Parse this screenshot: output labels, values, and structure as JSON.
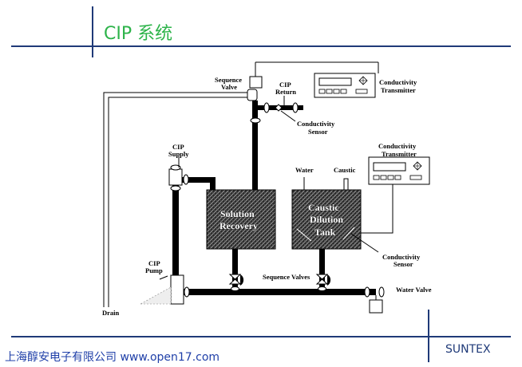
{
  "header": {
    "title": "CIP 系统"
  },
  "footer": {
    "company": "上海醇安电子有限公司 www.open17.com",
    "brand": "SUNTEX"
  },
  "diagram": {
    "labels": {
      "sequence_valve_top_1": "Sequence",
      "sequence_valve_top_2": "Valve",
      "cip_return_1": "CIP",
      "cip_return_2": "Return",
      "conductivity_sensor_top_1": "Conductivity",
      "conductivity_sensor_top_2": "Sensor",
      "conductivity_transmitter_top_1": "Conductivity",
      "conductivity_transmitter_top_2": "Transmitter",
      "conductivity_transmitter_right_1": "Conductivity",
      "conductivity_transmitter_right_2": "Transmitter",
      "cip_supply_1": "CIP",
      "cip_supply_2": "Supply",
      "water": "Water",
      "caustic": "Caustic",
      "solution_tank_1": "Solution",
      "solution_tank_2": "Recovery",
      "caustic_tank_1": "Caustic",
      "caustic_tank_2": "Dilution",
      "caustic_tank_3": "Tank",
      "conductivity_sensor_right_1": "Conductivity",
      "conductivity_sensor_right_2": "Sensor",
      "cip_pump_1": "CIP",
      "cip_pump_2": "Pump",
      "sequence_valves": "Sequence Valves",
      "water_valve": "Water Valve",
      "drain": "Drain"
    }
  },
  "colors": {
    "title": "#2db34a",
    "rule_lines": "#1f3a78",
    "footer_company": "#1f3fa8",
    "pipe": "#000000"
  }
}
